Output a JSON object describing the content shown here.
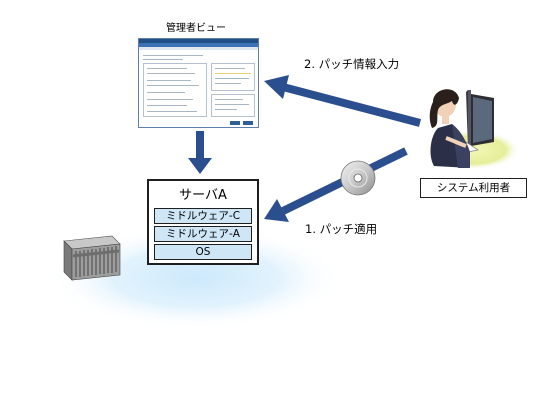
{
  "admin_view": {
    "label": "管理者ビュー"
  },
  "server": {
    "title": "サーバA",
    "layers": [
      "ミドルウェア-C",
      "ミドルウェア-A",
      "OS"
    ]
  },
  "user": {
    "label": "システム利用者"
  },
  "steps": {
    "step1": "1. パッチ適用",
    "step2": "2. パッチ情報入力"
  },
  "colors": {
    "arrow": "#2b4f8e",
    "layer_fill": "#cfe6f7",
    "platform_glow": "#d6eefc",
    "desk_highlight": "#e5ef9a"
  },
  "icons": {
    "server": "blade-server-icon",
    "user": "person-at-computer-icon",
    "disc": "cd-disc-icon"
  }
}
